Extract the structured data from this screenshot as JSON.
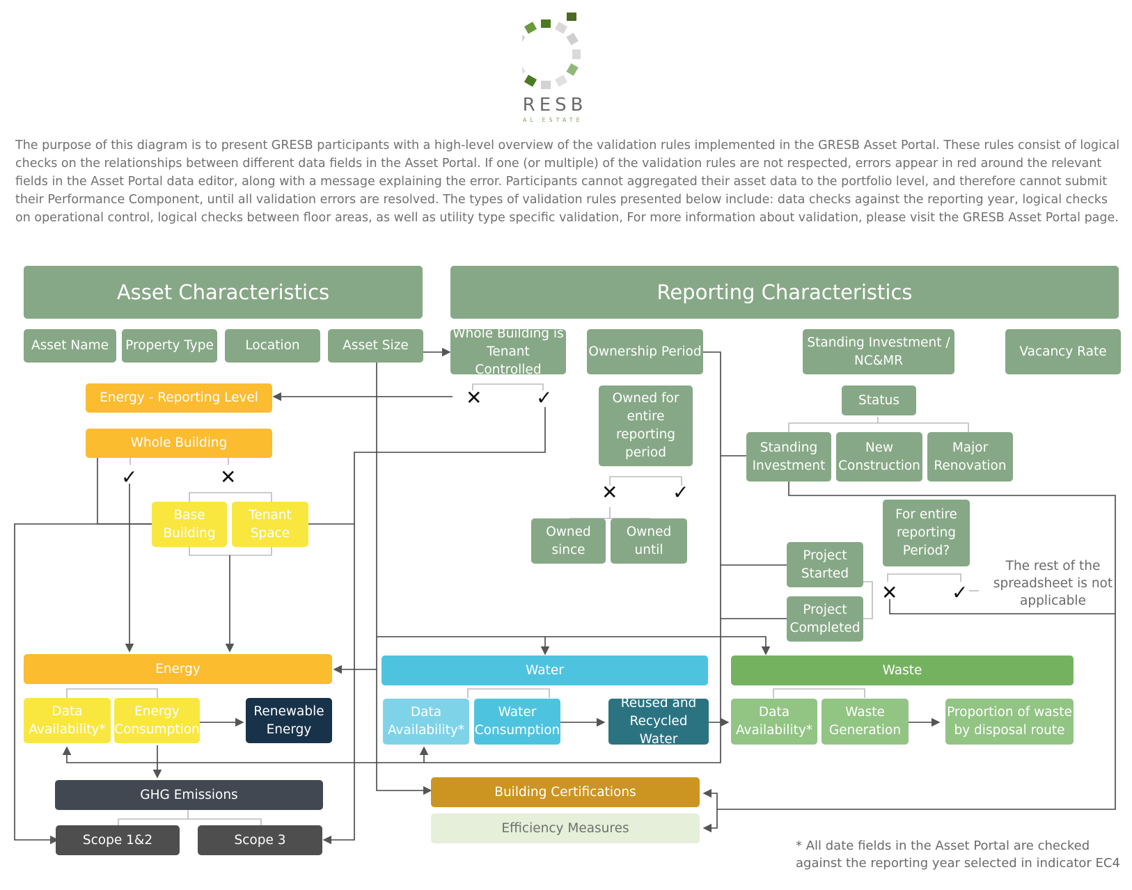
{
  "logo": {
    "name": "GRESB",
    "subtitle": "REAL ESTATE"
  },
  "intro": "The purpose of this diagram is to present GRESB participants with a high-level overview of the validation rules implemented in the GRESB Asset Portal. These rules consist of logical checks on the relationships between different data fields in the Asset Portal. If one (or multiple) of the validation rules are not respected, errors appear in red around the relevant fields in the Asset Portal data editor, along with a message explaining the error. Participants cannot aggregated their asset data to the portfolio level, and therefore cannot submit their Performance Component, until all validation errors are resolved. The types of validation rules presented below include: data checks against the reporting year, logical checks on operational control, logical checks between floor areas, as well as utility type specific validation, For more information about validation, please visit the GRESB Asset Portal page.",
  "headers": {
    "asset": "Asset Characteristics",
    "reporting": "Reporting Characteristics"
  },
  "asset": {
    "name": "Asset Name",
    "type": "Property Type",
    "location": "Location",
    "size": "Asset Size"
  },
  "reporting": {
    "tenant_controlled": "Whole Building is Tenant Controlled",
    "ownership": "Ownership Period",
    "owned_entire": "Owned for entire reporting period",
    "owned_since": "Owned since",
    "owned_until": "Owned until",
    "standing_nc": "Standing Investment / NC&MR",
    "vacancy": "Vacancy Rate",
    "status": "Status",
    "standing": "Standing Investment",
    "new_construction": "New Construction",
    "major_renovation": "Major Renovation",
    "entire_period": "For entire reporting Period?",
    "project_started": "Project Started",
    "project_completed": "Project Completed",
    "rest_note": "The rest of the spreadsheet is not applicable"
  },
  "energy": {
    "reporting_level": "Energy - Reporting Level",
    "whole_building": "Whole Building",
    "base_building": "Base Building",
    "tenant_space": "Tenant Space",
    "energy": "Energy",
    "data_availability": "Data Availability*",
    "consumption": "Energy Consumption",
    "renewable": "Renewable Energy",
    "ghg": "GHG Emissions",
    "scope12": "Scope 1&2",
    "scope3": "Scope 3"
  },
  "water": {
    "water": "Water",
    "data_availability": "Data Availability*",
    "consumption": "Water Consumption",
    "reused": "Reused and Recycled Water"
  },
  "waste": {
    "waste": "Waste",
    "data_availability": "Data Availability*",
    "generation": "Waste Generation",
    "proportion": "Proportion of waste by disposal route"
  },
  "other": {
    "certifications": "Building Certifications",
    "efficiency": "Efficiency Measures"
  },
  "footnote": "* All date fields in the Asset Portal are checked against the reporting year selected in indicator EC4",
  "marks": {
    "check": "✓",
    "cross": "✕"
  },
  "colors": {
    "header_green": "#87a886",
    "energy_orange": "#fbbc2f",
    "yellow": "#f9e740",
    "water_blue": "#4ec3df",
    "waste_green": "#74b260",
    "teal": "#2c7382",
    "navy": "#18324a",
    "gold": "#cc9521",
    "dark_gray": "#414852"
  }
}
